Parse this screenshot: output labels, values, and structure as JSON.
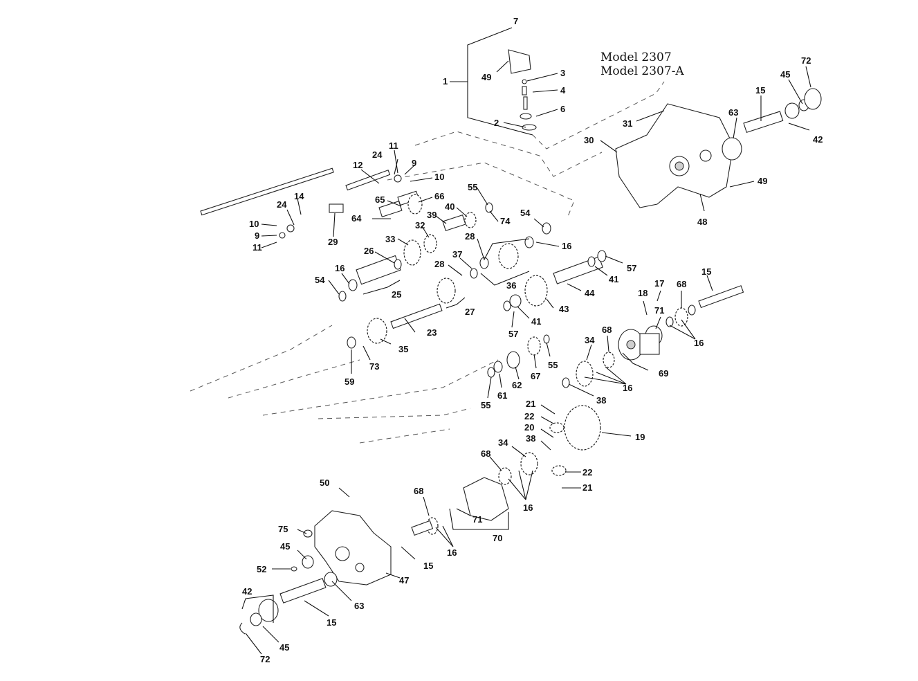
{
  "models": [
    "Model 2307",
    "Model 2307-A"
  ],
  "callouts": [
    "1",
    "2",
    "3",
    "4",
    "6",
    "49",
    "7",
    "72",
    "45",
    "15",
    "63",
    "42",
    "31",
    "30",
    "48",
    "49",
    "12",
    "24",
    "11",
    "9",
    "10",
    "14",
    "24",
    "10",
    "9",
    "11",
    "29",
    "65",
    "66",
    "55",
    "64",
    "39",
    "40",
    "74",
    "54",
    "32",
    "33",
    "28",
    "16",
    "26",
    "16",
    "54",
    "25",
    "37",
    "28",
    "36",
    "57",
    "41",
    "44",
    "23",
    "27",
    "43",
    "35",
    "73",
    "59",
    "57",
    "41",
    "55",
    "67",
    "62",
    "61",
    "55",
    "18",
    "17",
    "68",
    "15",
    "71",
    "16",
    "34",
    "68",
    "69",
    "38",
    "16",
    "21",
    "22",
    "19",
    "20",
    "38",
    "34",
    "68",
    "22",
    "21",
    "50",
    "68",
    "71",
    "16",
    "70",
    "75",
    "16",
    "45",
    "52",
    "15",
    "47",
    "42",
    "63",
    "15",
    "45",
    "72"
  ]
}
